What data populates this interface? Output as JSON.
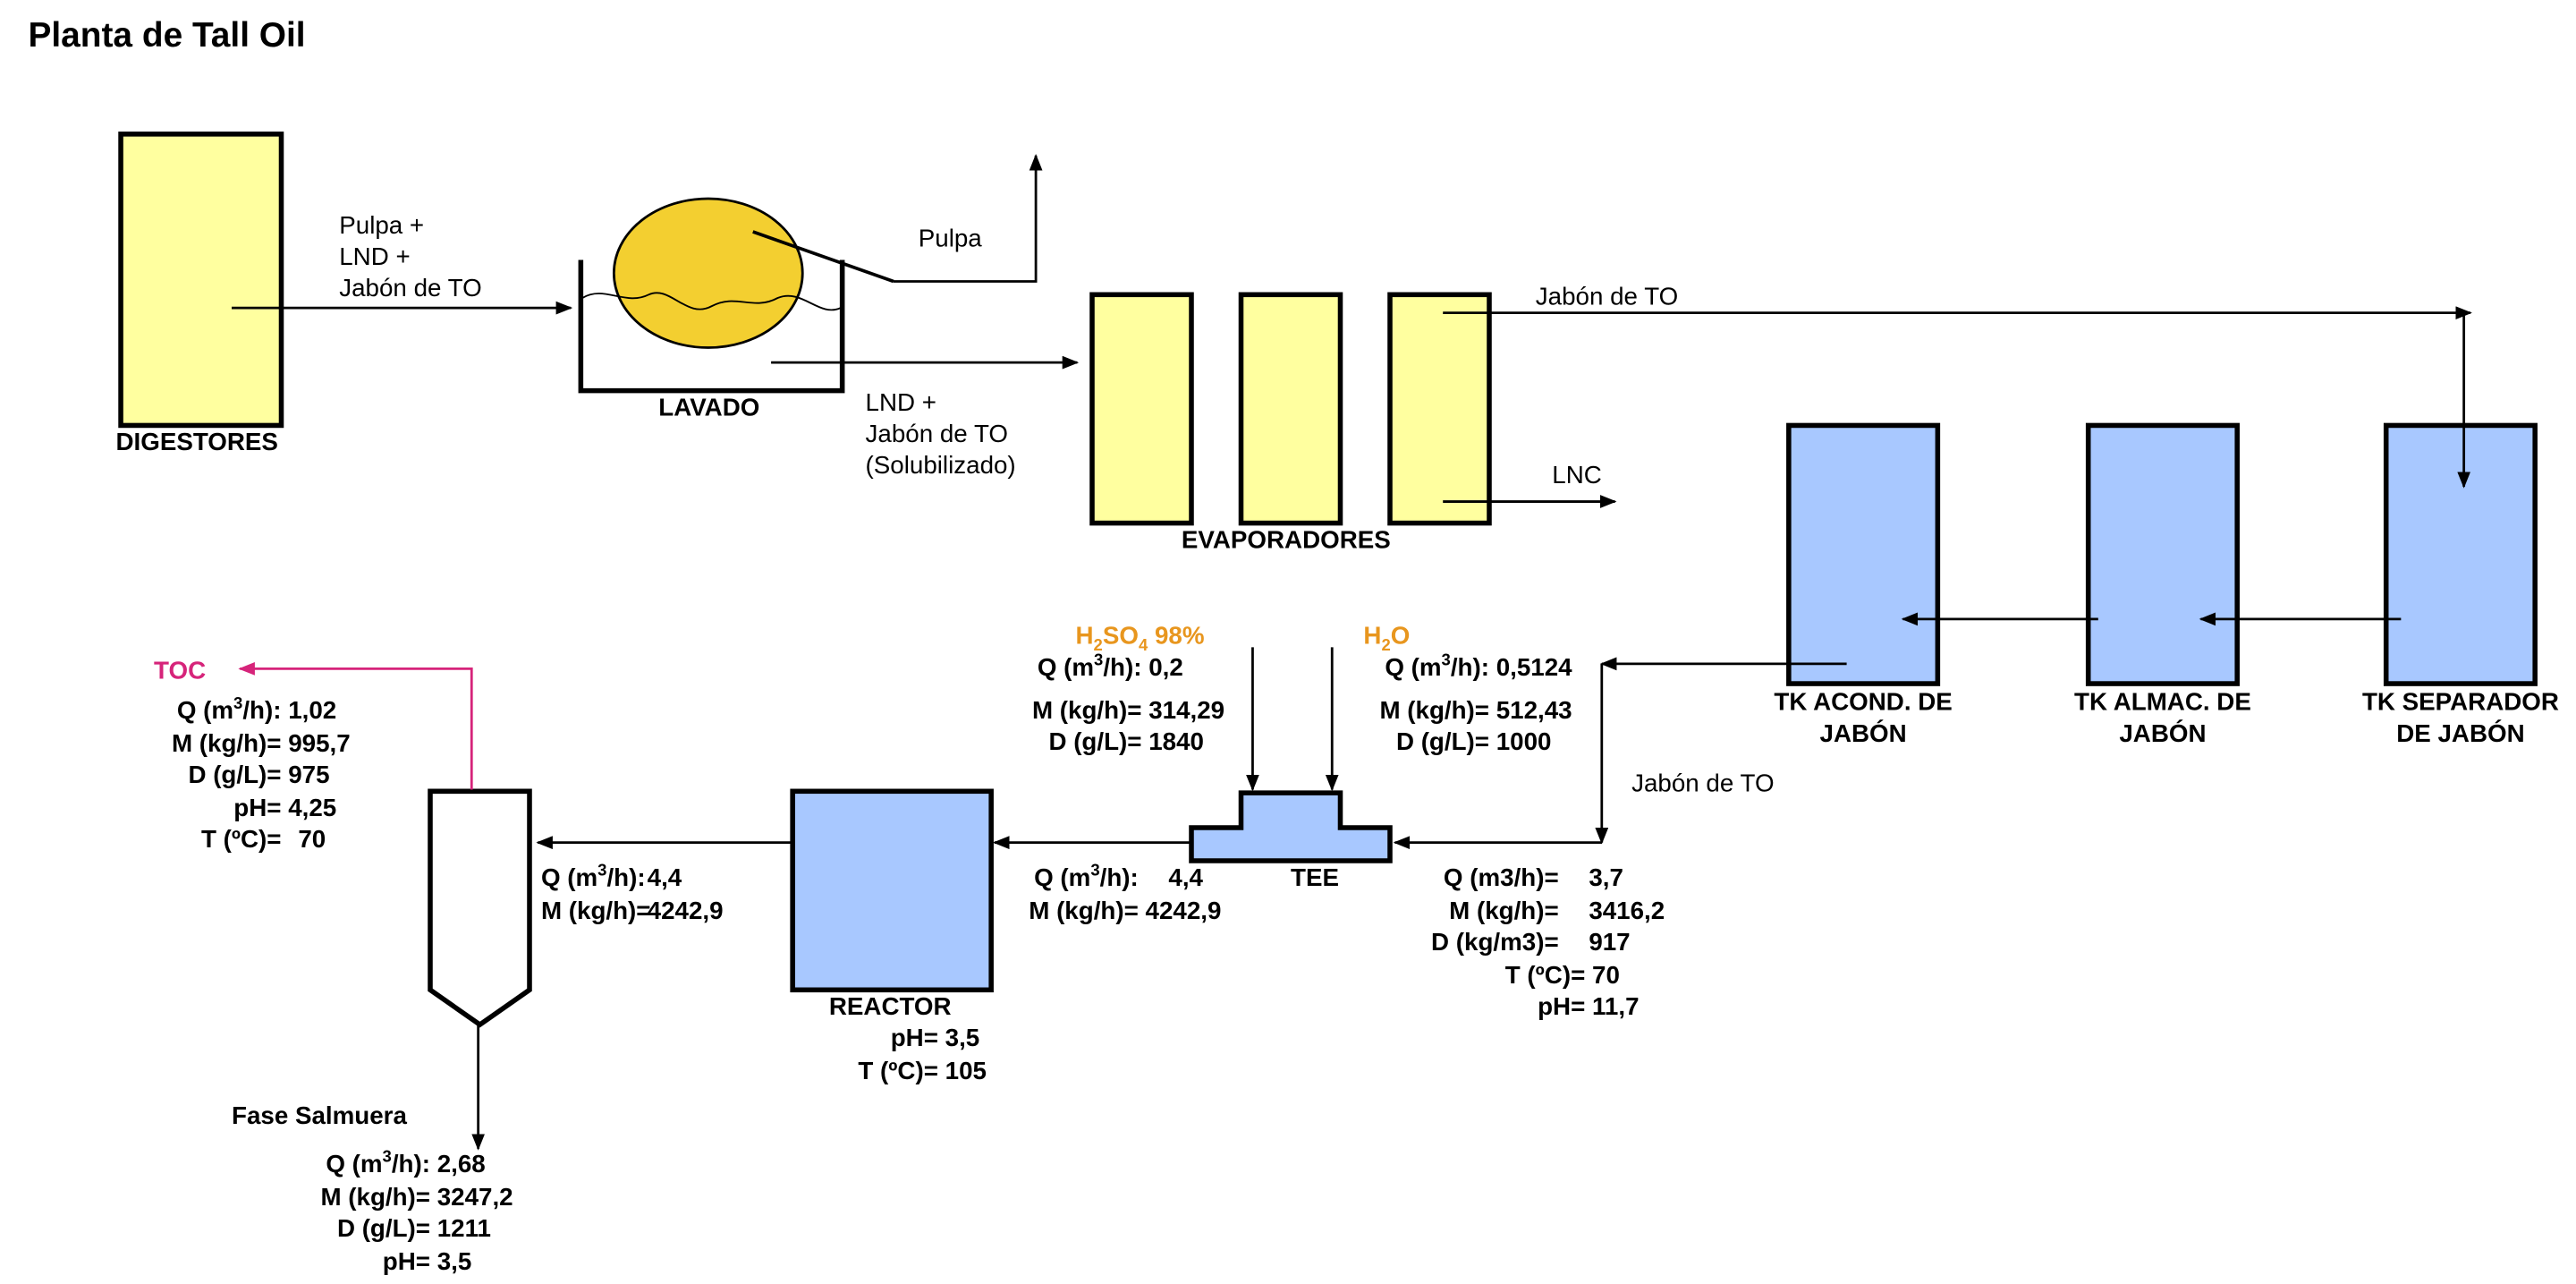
{
  "title": "Planta de Tall Oil",
  "colors": {
    "yellow": "#ffff9f",
    "blue": "#a8c8ff",
    "gold": "#f3cf30",
    "orange": "#e8961e",
    "pink": "#d6247a"
  },
  "equipment": {
    "digestores": "DIGESTORES",
    "lavado": "LAVADO",
    "evaporadores": "EVAPORADORES",
    "tk_acond_1": "TK ACOND. DE",
    "tk_acond_2": "JABÓN",
    "tk_almac_1": "TK ALMAC. DE",
    "tk_almac_2": "JABÓN",
    "tk_sep_1": "TK SEPARADOR",
    "tk_sep_2": "DE JABÓN",
    "tee": "TEE",
    "reactor": "REACTOR"
  },
  "streams": {
    "digestor_out_1": "Pulpa +",
    "digestor_out_2": "LND +",
    "digestor_out_3": "Jabón de TO",
    "pulpa": "Pulpa",
    "lnd_1": "LND +",
    "lnd_2": "Jabón de TO",
    "lnd_3": "(Solubilizado)",
    "jabon_top": "Jabón de TO",
    "lnc": "LNC",
    "jabon_down": "Jabón de TO",
    "h2so4_a": "H",
    "h2so4_b": "2",
    "h2so4_c": "SO",
    "h2so4_d": "4",
    "h2so4_e": " 98%",
    "h2o_a": "H",
    "h2o_b": "2",
    "h2o_c": "O",
    "toc": "TOC",
    "fase_salmuera": "Fase Salmuera"
  },
  "h2so4_props": {
    "q_label": "Q (m",
    "q_exp": "3",
    "q_unit": "/h):",
    "q": "0,2",
    "m_label": "M (kg/h)=",
    "m": "314,29",
    "d_label": "D (g/L)=",
    "d": "1840"
  },
  "h2o_props": {
    "q_label": "Q (m",
    "q_exp": "3",
    "q_unit": "/h):",
    "q": "0,5124",
    "m_label": "M (kg/h)=",
    "m": "512,43",
    "d_label": "D (g/L)=",
    "d": "1000"
  },
  "soap_props": {
    "q_label": "Q (m3/h)=",
    "q": "3,7",
    "m_label": "M (kg/h)=",
    "m": "3416,2",
    "d_label": "D (kg/m3)=",
    "d": "917",
    "t_label": "T (ºC)=",
    "t": "70",
    "ph_label": "pH=",
    "ph": "11,7"
  },
  "tee_out_props": {
    "q_label": "Q (m",
    "q_exp": "3",
    "q_unit": "/h):",
    "q": "4,4",
    "m_label": "M (kg/h)=",
    "m": "4242,9"
  },
  "reactor_out_props": {
    "q_label": "Q (m",
    "q_exp": "3",
    "q_unit": "/h):",
    "q": "4,4",
    "m_label": "M (kg/h)=",
    "m": "4242,9"
  },
  "reactor_props": {
    "ph_label": "pH=",
    "ph": "3,5",
    "t_label": "T (ºC)=",
    "t": "105"
  },
  "toc_props": {
    "q_label": "Q (m",
    "q_exp": "3",
    "q_unit": "/h):",
    "q": "1,02",
    "m_label": "M (kg/h)=",
    "m": "995,7",
    "d_label": "D (g/L)=",
    "d": "975",
    "ph_label": "pH=",
    "ph": "4,25",
    "t_label": "T (ºC)=",
    "t": "70"
  },
  "brine_props": {
    "q_label": "Q (m",
    "q_exp": "3",
    "q_unit": "/h):",
    "q": "2,68",
    "m_label": "M (kg/h)=",
    "m": "3247,2",
    "d_label": "D (g/L)=",
    "d": "1211",
    "ph_label": "pH=",
    "ph": "3,5"
  }
}
